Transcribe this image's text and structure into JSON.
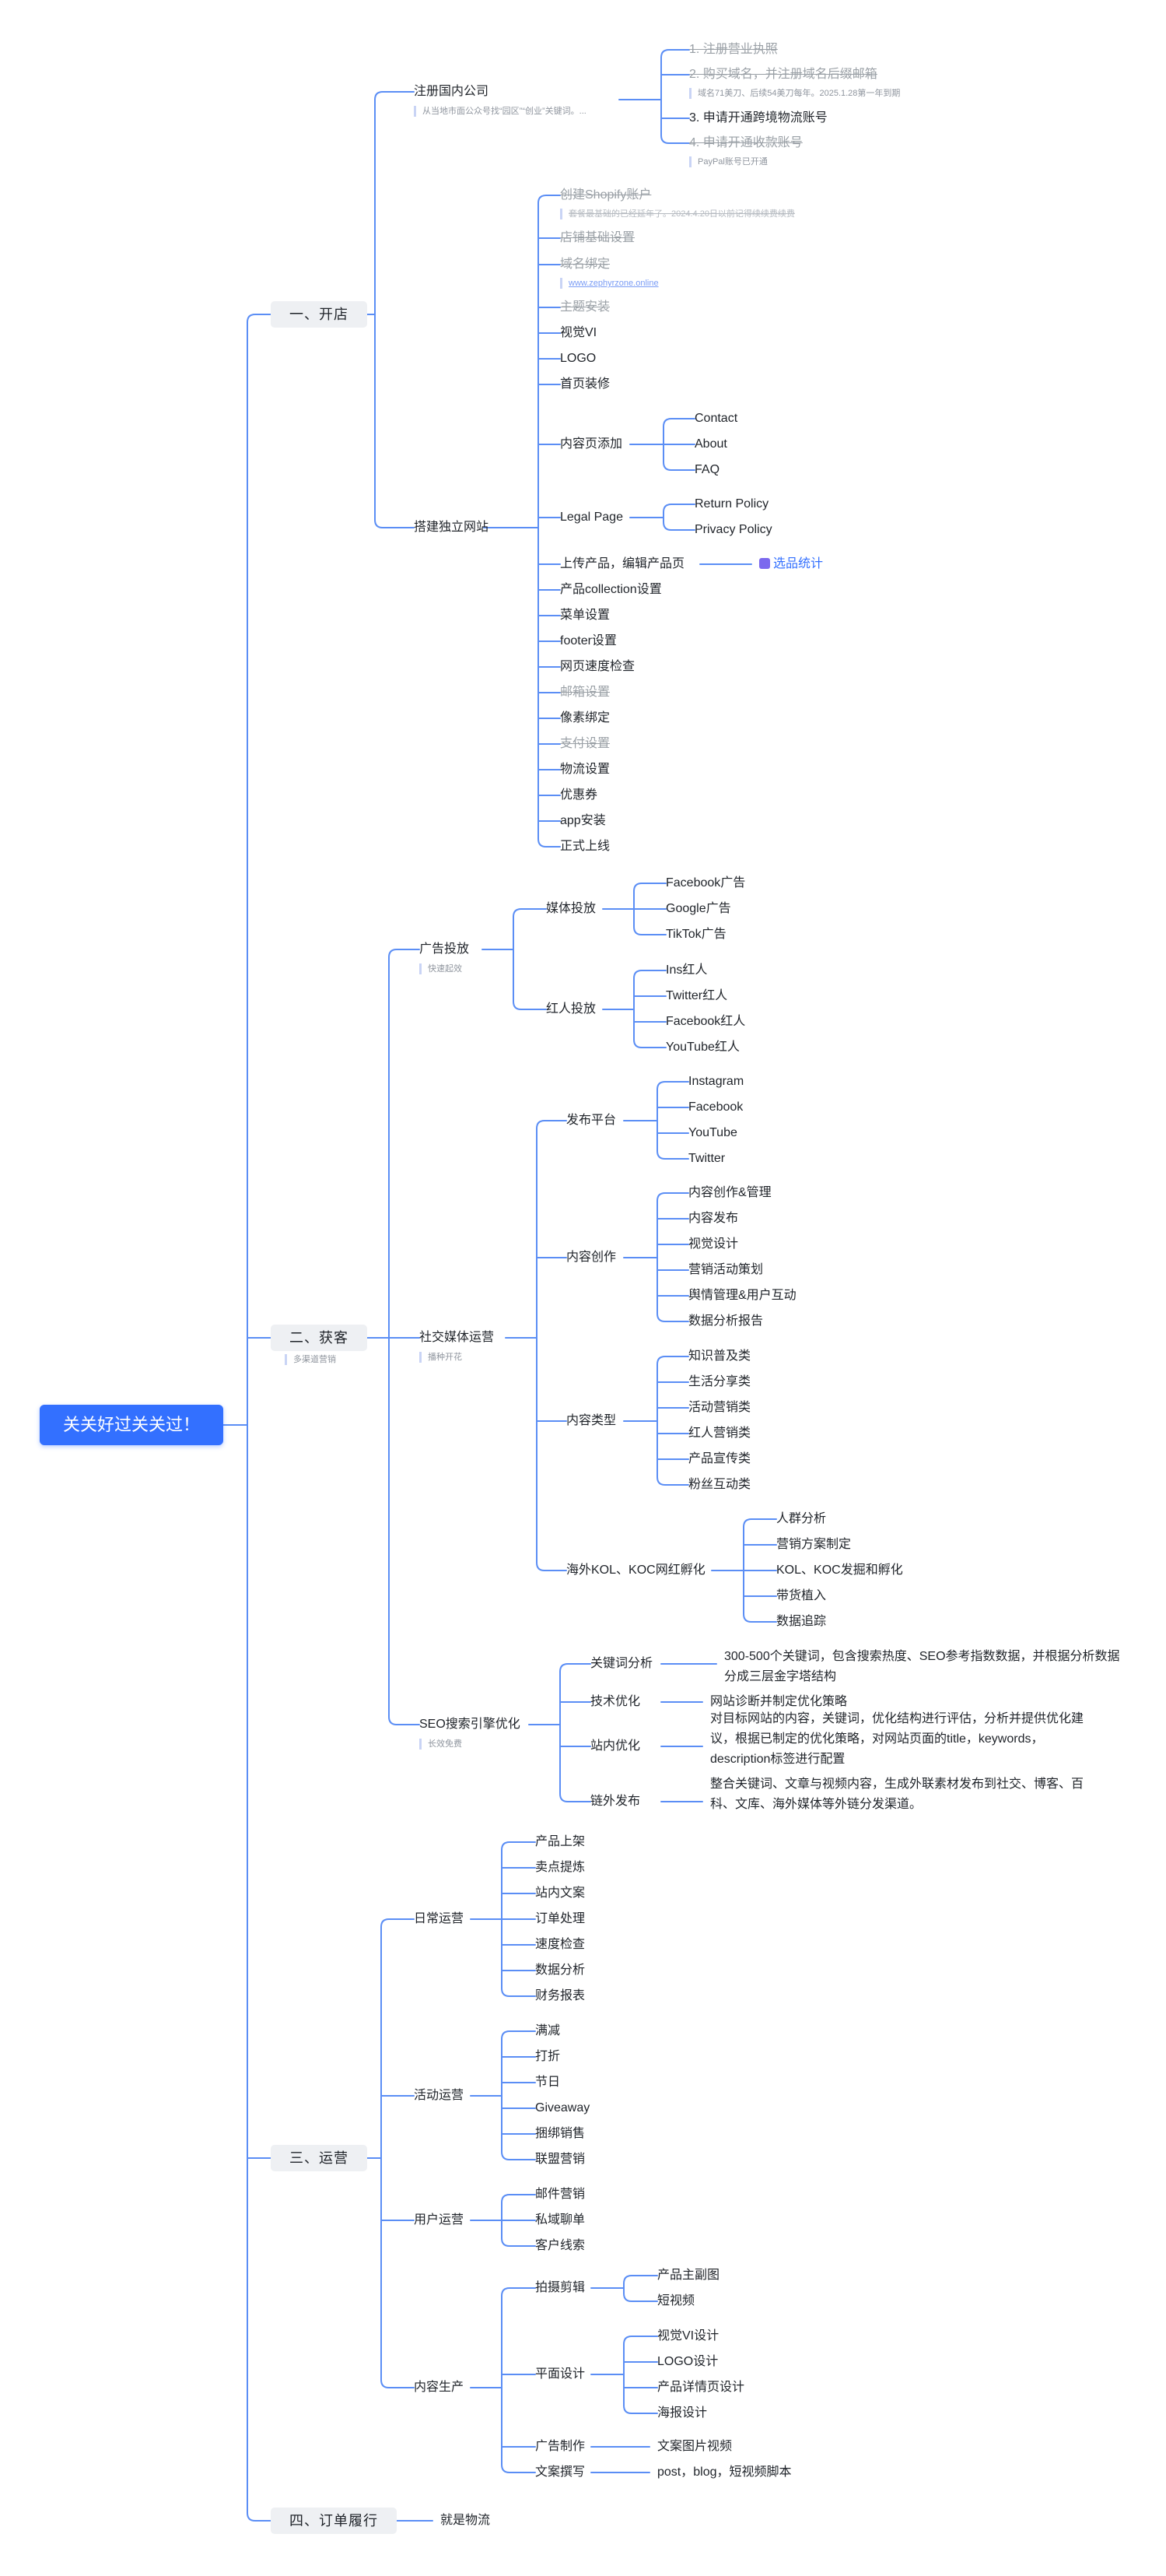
{
  "root": "关关好过关关过！",
  "branches": {
    "b1": "一、开店",
    "b2": "二、获客",
    "b3": "三、运营",
    "b4": "四、订单履行"
  },
  "b2_note": "多渠道营销",
  "open": {
    "reg": "注册国内公司",
    "reg_note": "从当地市面公众号找“园区”“创业”关键词。...",
    "reg_items": [
      "1. 注册营业执照",
      "2. 购买域名，并注册域名后缀邮箱",
      "3. 申请开通跨境物流账号",
      "4. 申请开通收款账号"
    ],
    "reg_item2_note": "域名71美刀、后续54美刀每年。2025.1.28第一年到期",
    "reg_item4_note": "PayPal账号已开通",
    "site": "搭建独立网站",
    "shopify": "创建Shopify账户",
    "shopify_note": "套餐最基础的已经延年了。2024.4.20日以前记得续续费续费",
    "store_basic": "店铺基础设置",
    "domain_bind": "域名绑定",
    "domain_link": "www.zephyrzone.online",
    "theme": "主题安装",
    "vi": "视觉VI",
    "logo": "LOGO",
    "home": "首页装修",
    "content_pages": "内容页添加",
    "content_children": [
      "Contact",
      "About",
      "FAQ"
    ],
    "legal": "Legal Page",
    "legal_children": [
      "Return Policy",
      "Privacy Policy"
    ],
    "upload": "上传产品，编辑产品页",
    "upload_tag": "选品统计",
    "rest": [
      {
        "t": "产品collection设置",
        "done": false
      },
      {
        "t": "菜单设置",
        "done": false
      },
      {
        "t": "footer设置",
        "done": false
      },
      {
        "t": "网页速度检查",
        "done": false
      },
      {
        "t": "邮箱设置",
        "done": true
      },
      {
        "t": "像素绑定",
        "done": false
      },
      {
        "t": "支付设置",
        "done": true
      },
      {
        "t": "物流设置",
        "done": false
      },
      {
        "t": "优惠券",
        "done": false
      },
      {
        "t": "app安装",
        "done": false
      },
      {
        "t": "正式上线",
        "done": false
      }
    ]
  },
  "ads": {
    "title": "广告投放",
    "note": "快速起效",
    "media": "媒体投放",
    "media_children": [
      "Facebook广告",
      "Google广告",
      "TikTok广告"
    ],
    "influencer": "红人投放",
    "influencer_children": [
      "Ins红人",
      "Twitter红人",
      "Facebook红人",
      "YouTube红人"
    ]
  },
  "social": {
    "title": "社交媒体运营",
    "note": "播种开花",
    "platform": "发布平台",
    "platform_children": [
      "Instagram",
      "Facebook",
      "YouTube",
      "Twitter"
    ],
    "creation": "内容创作",
    "creation_children": [
      "内容创作&管理",
      "内容发布",
      "视觉设计",
      "营销活动策划",
      "舆情管理&用户互动",
      "数据分析报告"
    ],
    "types": "内容类型",
    "types_children": [
      "知识普及类",
      "生活分享类",
      "活动营销类",
      "红人营销类",
      "产品宣传类",
      "粉丝互动类"
    ],
    "kol": "海外KOL、KOC网红孵化",
    "kol_children": [
      "人群分析",
      "营销方案制定",
      "KOL、KOC发掘和孵化",
      "带货植入",
      "数据追踪"
    ]
  },
  "seo": {
    "title": "SEO搜索引擎优化",
    "note": "长效免费",
    "kw": "关键词分析",
    "kw_desc": "300-500个关键词，包含搜索热度、SEO参考指数数据，并根据分析数据分成三层金字塔结构",
    "tech": "技术优化",
    "tech_desc": "网站诊断并制定优化策略",
    "onsite": "站内优化",
    "onsite_desc": "对目标网站的内容，关键词，优化结构进行评估，分析并提供优化建议，根据已制定的优化策略，对网站页面的title，keywords，description标签进行配置",
    "links": "链外发布",
    "links_desc": "整合关键词、文章与视频内容，生成外联素材发布到社交、博客、百科、文库、海外媒体等外链分发渠道。"
  },
  "ops": {
    "daily": "日常运营",
    "daily_children": [
      "产品上架",
      "卖点提炼",
      "站内文案",
      "订单处理",
      "速度检查",
      "数据分析",
      "财务报表"
    ],
    "activity": "活动运营",
    "activity_children": [
      "满减",
      "打折",
      "节日",
      "Giveaway",
      "捆绑销售",
      "联盟营销"
    ],
    "user": "用户运营",
    "user_children": [
      "邮件营销",
      "私域聊单",
      "客户线索"
    ],
    "content": "内容生产",
    "shoot": "拍摄剪辑",
    "shoot_children": [
      "产品主副图",
      "短视频"
    ],
    "flat": "平面设计",
    "flat_children": [
      "视觉VI设计",
      "LOGO设计",
      "产品详情页设计",
      "海报设计"
    ],
    "adprod": "广告制作",
    "adprod_child": "文案图片视频",
    "copy": "文案撰写",
    "copy_child": "post，blog，短视频脚本"
  },
  "fulfill": {
    "child": "就是物流"
  },
  "colors": {
    "accent": "#3370ff",
    "line": "#5b8ef5",
    "done_text": "#9aa0a6"
  }
}
